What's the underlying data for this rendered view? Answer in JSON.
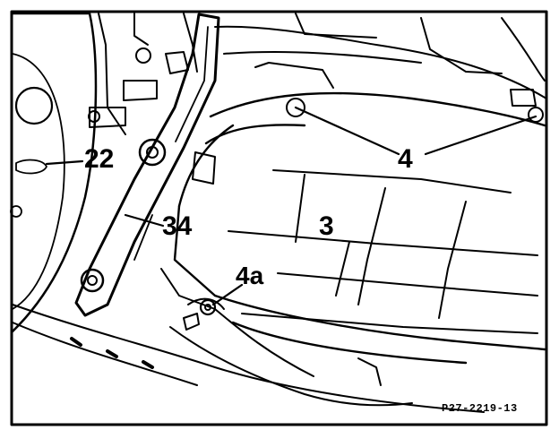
{
  "figure": {
    "callouts": {
      "bracket_bolt": "22",
      "support_bracket": "34",
      "oil_pan": "3",
      "screw": "4",
      "screw_a": "4a"
    },
    "figure_code": "P27-2219-13"
  },
  "colors": {
    "ink": "#000000",
    "paper": "#ffffff"
  }
}
